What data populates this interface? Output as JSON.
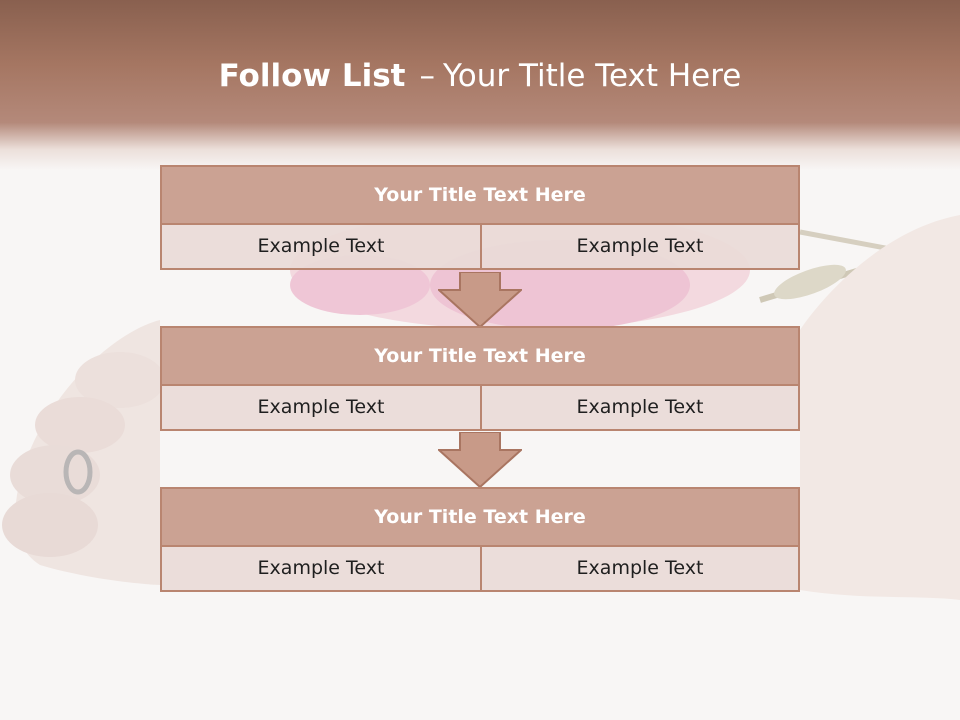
{
  "slide": {
    "title_bold": "Follow List",
    "title_separator": "–",
    "title_rest": "Your Title Text Here"
  },
  "steps": [
    {
      "title": "Your Title Text Here",
      "left_text": "Example Text",
      "right_text": "Example Text"
    },
    {
      "title": "Your Title Text Here",
      "left_text": "Example Text",
      "right_text": "Example Text"
    },
    {
      "title": "Your Title Text Here",
      "left_text": "Example Text",
      "right_text": "Example Text"
    }
  ],
  "colors": {
    "header_band": "#a57662",
    "box_title_fill": "#cba293",
    "box_border": "#b98570",
    "cell_fill": "#eadad7",
    "arrow_fill": "#c89a88"
  },
  "icons": {
    "step_connector": "down-arrow-icon"
  }
}
